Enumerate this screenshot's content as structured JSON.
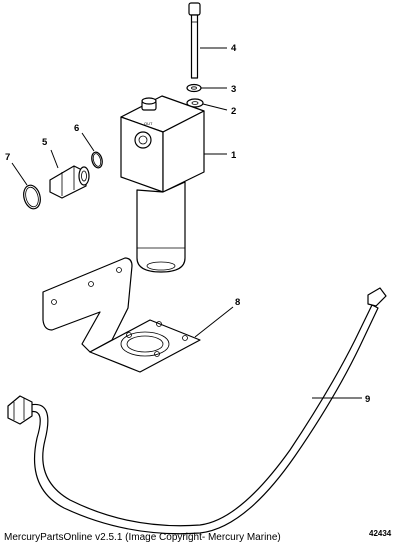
{
  "callouts": {
    "c1": "1",
    "c2": "2",
    "c3": "3",
    "c4": "4",
    "c5": "5",
    "c6": "6",
    "c7": "7",
    "c8": "8",
    "c9": "9"
  },
  "illustration_id": "42434",
  "footer": {
    "caption": "MercuryPartsOnline v2.5.1 (Image Copyright- Mercury Marine)"
  }
}
